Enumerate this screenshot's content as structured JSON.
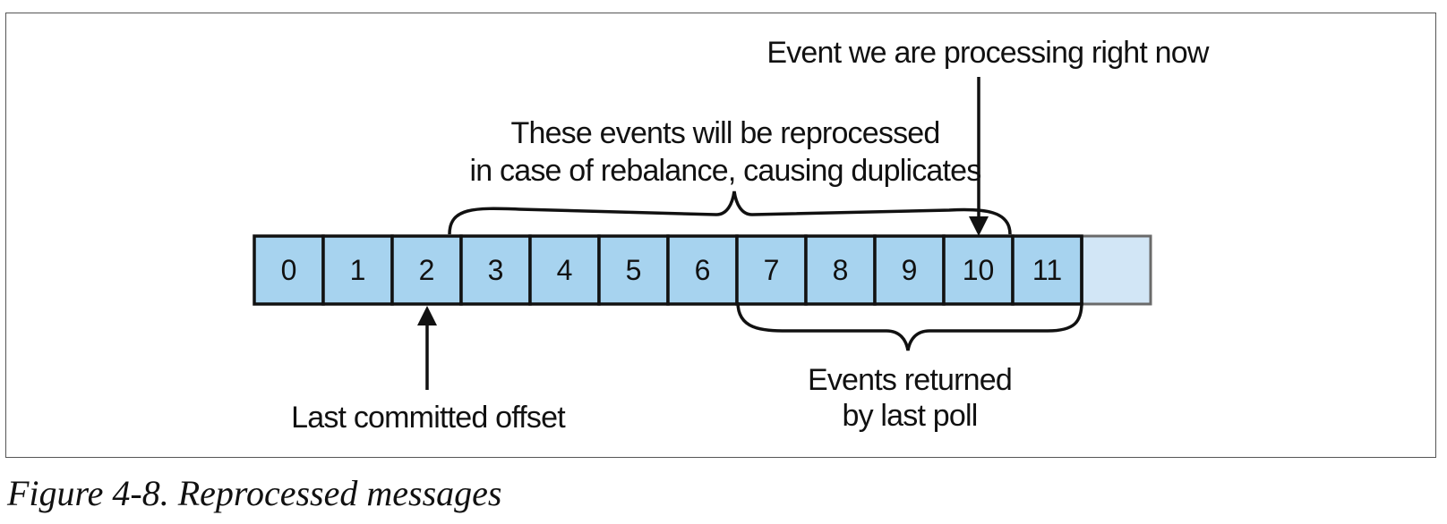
{
  "figure": {
    "caption": "Figure 4-8. Reprocessed messages"
  },
  "diagram": {
    "colors": {
      "cell_fill": "#a7d3ef",
      "empty_cell_fill": "#d2e6f6",
      "empty_cell_stroke": "#6a6a6a",
      "stroke": "#111111"
    },
    "cells": [
      "0",
      "1",
      "2",
      "3",
      "4",
      "5",
      "6",
      "7",
      "8",
      "9",
      "10",
      "11"
    ],
    "labels": {
      "processing_now": "Event we are processing right now",
      "reprocessed_line1": "These events will be reprocessed",
      "reprocessed_line2": "in case of rebalance, causing duplicates",
      "returned_line1": "Events returned",
      "returned_line2": "by last poll",
      "last_committed": "Last committed offset"
    }
  }
}
